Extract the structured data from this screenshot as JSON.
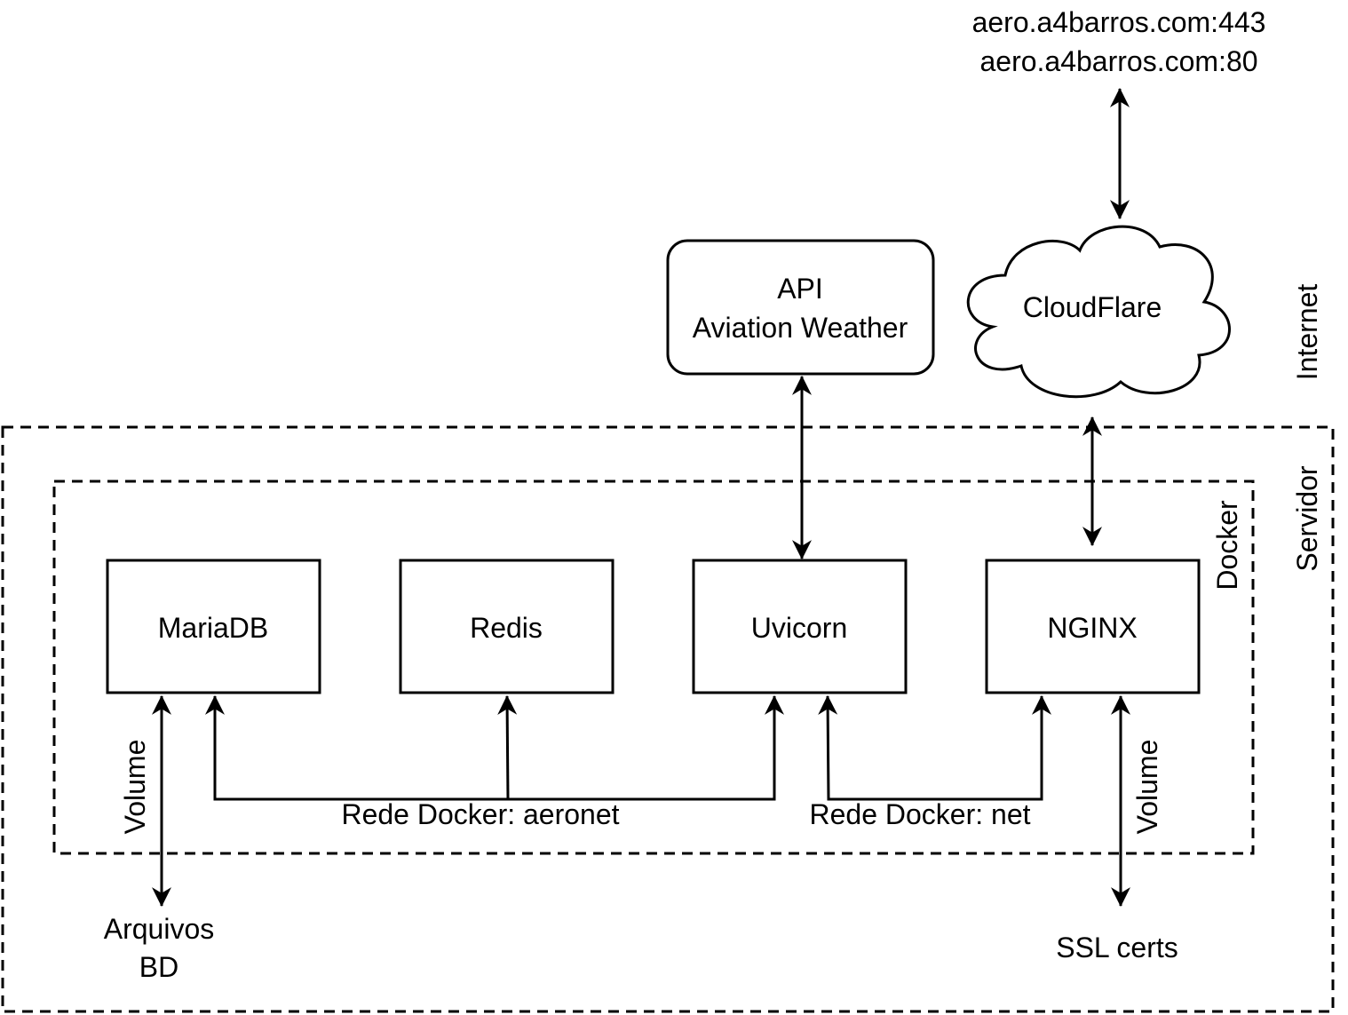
{
  "domains": {
    "top_line1": "aero.a4barros.com:443",
    "top_line2": "aero.a4barros.com:80"
  },
  "api": {
    "line1": "API",
    "line2": "Aviation Weather"
  },
  "cloud": {
    "label": "CloudFlare"
  },
  "zones": {
    "internet": "Internet",
    "server": "Servidor",
    "docker": "Docker"
  },
  "services": {
    "mariadb": "MariaDB",
    "redis": "Redis",
    "uvicorn": "Uvicorn",
    "nginx": "NGINX"
  },
  "networks": {
    "aeronet": "Rede Docker: aeronet",
    "net": "Rede Docker: net"
  },
  "volumes": {
    "left": "Volume",
    "right": "Volume"
  },
  "storage": {
    "db_line1": "Arquivos",
    "db_line2": "BD",
    "ssl": "SSL certs"
  },
  "colors": {
    "stroke": "#000000",
    "background": "#ffffff"
  }
}
